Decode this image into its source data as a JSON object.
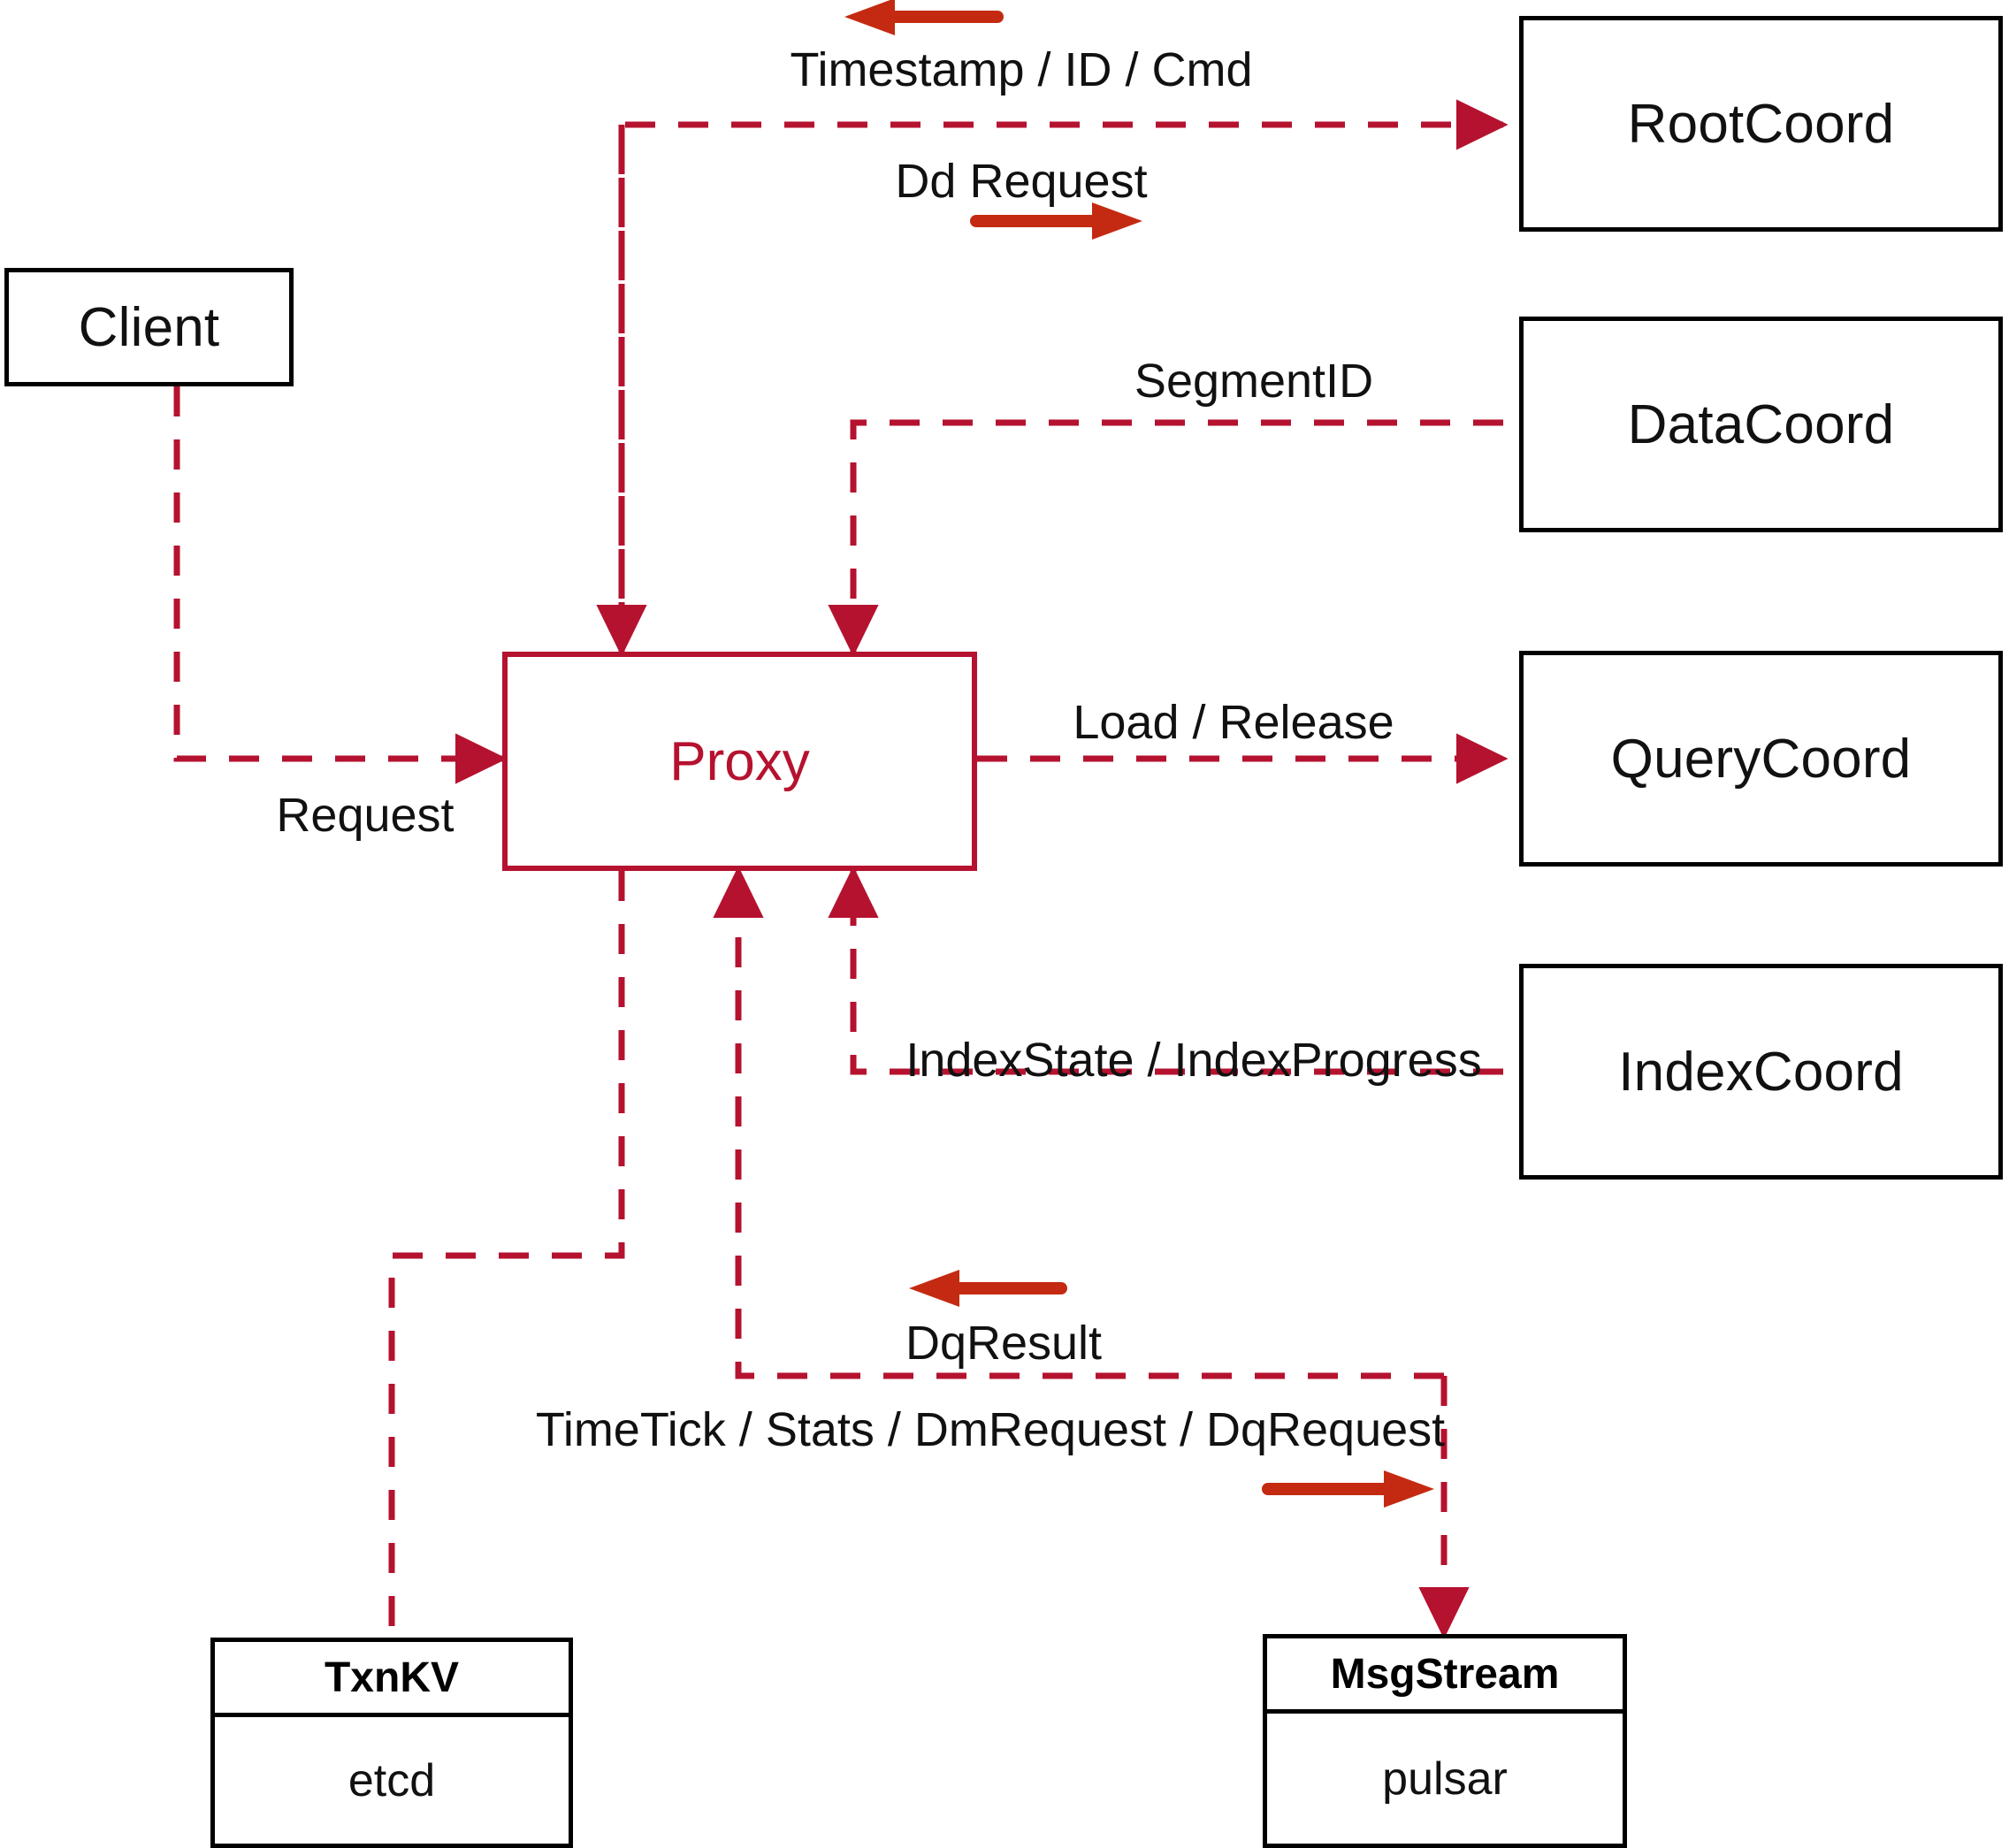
{
  "diagram": {
    "title": "Milvus Proxy component interaction diagram",
    "colors": {
      "connector_red": "#B5122F",
      "arrow_red": "#C42A11",
      "node_border": "#000000",
      "text": "#111111"
    }
  },
  "nodes": {
    "client": {
      "label": "Client"
    },
    "proxy": {
      "label": "Proxy"
    },
    "root_coord": {
      "label": "RootCoord"
    },
    "data_coord": {
      "label": "DataCoord"
    },
    "query_coord": {
      "label": "QueryCoord"
    },
    "index_coord": {
      "label": "IndexCoord"
    },
    "txn_kv": {
      "title": "TxnKV",
      "impl": "etcd"
    },
    "msg_stream": {
      "title": "MsgStream",
      "impl": "pulsar"
    }
  },
  "edge_labels": {
    "timestamp_id_cmd": "Timestamp / ID / Cmd",
    "dd_request": "Dd Request",
    "segment_id": "SegmentID",
    "request": "Request",
    "load_release": "Load / Release",
    "index_state_progress": "IndexState / IndexProgress",
    "dq_result": "DqResult",
    "timetick_stats": "TimeTick / Stats / DmRequest / DqRequest"
  },
  "direction_arrows": [
    {
      "name": "timestamp-direction-arrow",
      "direction": "left"
    },
    {
      "name": "dd-request-direction-arrow",
      "direction": "right"
    },
    {
      "name": "dq-result-direction-arrow",
      "direction": "left"
    },
    {
      "name": "timetick-direction-arrow",
      "direction": "right"
    }
  ]
}
